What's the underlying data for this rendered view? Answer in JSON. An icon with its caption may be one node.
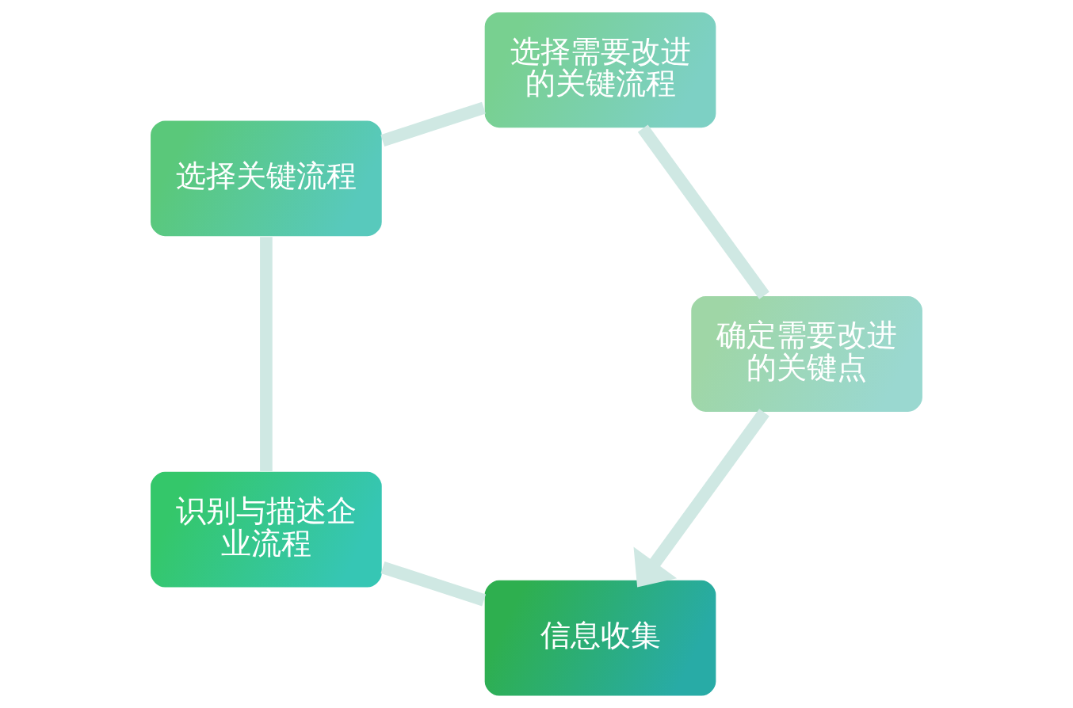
{
  "diagram": {
    "nodes": [
      {
        "text": [
          "信息收集"
        ]
      },
      {
        "text": [
          "识别与描述企业流程"
        ]
      },
      {
        "text": [
          "选择关键流程"
        ]
      },
      {
        "text": [
          "选择需要改进的关键流程"
        ]
      },
      {
        "text": [
          "确定需要改进的关键点"
        ]
      }
    ],
    "edges": [
      {
        "from": 0,
        "to": 1,
        "arrow": "none"
      },
      {
        "from": 1,
        "to": 2,
        "arrow": "none"
      },
      {
        "from": 2,
        "to": 3,
        "arrow": "none"
      },
      {
        "from": 3,
        "to": 4,
        "arrow": "none"
      },
      {
        "from": 4,
        "to": 0,
        "arrow": "to"
      }
    ]
  }
}
